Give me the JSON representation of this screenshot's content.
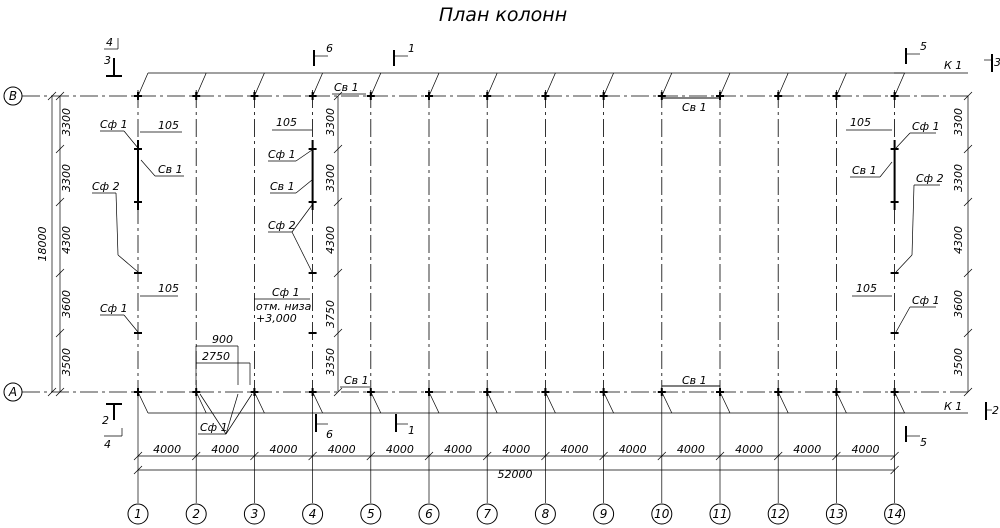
{
  "title": "План колонн",
  "row_axes": [
    "В",
    "А"
  ],
  "column_axes": [
    "1",
    "2",
    "3",
    "4",
    "5",
    "6",
    "7",
    "8",
    "9",
    "10",
    "11",
    "12",
    "13",
    "14"
  ],
  "bay_spacing": [
    "4000",
    "4000",
    "4000",
    "4000",
    "4000",
    "4000",
    "4000",
    "4000",
    "4000",
    "4000",
    "4000",
    "4000",
    "4000"
  ],
  "overall_length": "52000",
  "overall_width": "18000",
  "vertical_spacings": [
    "3300",
    "3300",
    "4300",
    "3600",
    "3500"
  ],
  "vertical_spacings_mid": [
    "3300",
    "3300",
    "4300",
    "3750",
    "3350"
  ],
  "labels": {
    "sf1": "Сф 1",
    "sf2": "Сф 2",
    "sv1": "Св 1",
    "k1": "К 1",
    "d105": "105",
    "d900": "900",
    "d2750": "2750",
    "elev_line1": "отм. низа",
    "elev_line2": "+3,000"
  },
  "sections": {
    "s1": "1",
    "s2": "2",
    "s3": "3",
    "s4": "4",
    "s5": "5",
    "s6": "6"
  }
}
